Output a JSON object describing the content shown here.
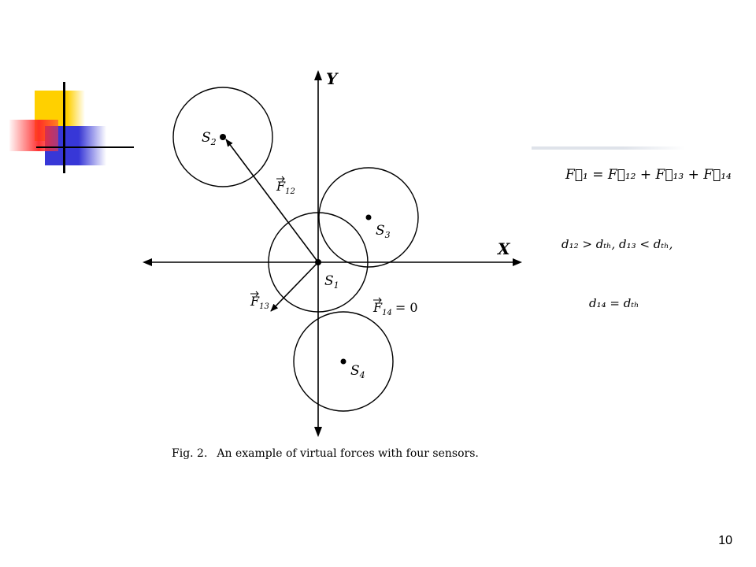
{
  "figure": {
    "axis_y_label": "Y",
    "axis_x_label": "X",
    "sensors": [
      {
        "id": "s1",
        "label": "S",
        "subscript": "1"
      },
      {
        "id": "s2",
        "label": "S",
        "subscript": "2"
      },
      {
        "id": "s3",
        "label": "S",
        "subscript": "3"
      },
      {
        "id": "s4",
        "label": "S",
        "subscript": "4"
      }
    ],
    "forces": {
      "f12": {
        "label": "F",
        "subscript": "12"
      },
      "f13": {
        "label": "F",
        "subscript": "13"
      },
      "f14": {
        "label": "F",
        "subscript": "14",
        "suffix": "= 0"
      }
    },
    "caption_number": "Fig. 2.",
    "caption_text": "An example of virtual forces with four sensors."
  },
  "equations": {
    "force_sum": "F⃗₁ = F⃗₁₂ + F⃗₁₃ + F⃗₁₄",
    "condition_1": "d₁₂ > dₜₕ, d₁₃ < dₜₕ,",
    "condition_2": "d₁₄ = dₜₕ"
  },
  "slide": {
    "number": "10"
  },
  "colors": {
    "deco_yellow": "#ffd000",
    "deco_blue": "#3737d7",
    "deco_red": "#ff2828"
  }
}
